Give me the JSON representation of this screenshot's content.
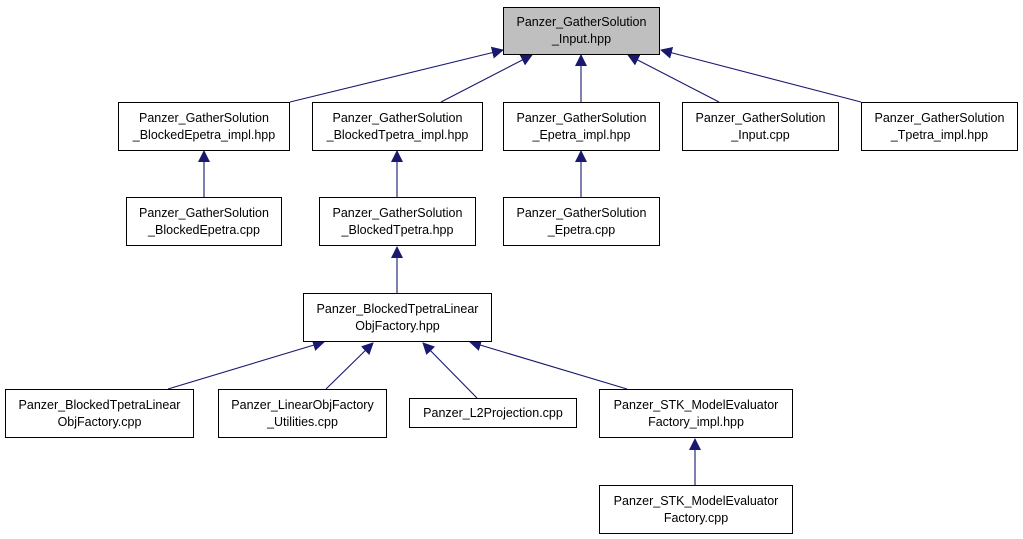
{
  "colors": {
    "edge": "#191970",
    "node_border": "#000000",
    "root_fill": "#bfbfbf",
    "node_fill": "#ffffff"
  },
  "nodes": {
    "root": {
      "line1": "Panzer_GatherSolution",
      "line2": "_Input.hpp"
    },
    "blocked_epetra_impl_hpp": {
      "line1": "Panzer_GatherSolution",
      "line2": "_BlockedEpetra_impl.hpp"
    },
    "blocked_tpetra_impl_hpp": {
      "line1": "Panzer_GatherSolution",
      "line2": "_BlockedTpetra_impl.hpp"
    },
    "epetra_impl_hpp": {
      "line1": "Panzer_GatherSolution",
      "line2": "_Epetra_impl.hpp"
    },
    "input_cpp": {
      "line1": "Panzer_GatherSolution",
      "line2": "_Input.cpp"
    },
    "tpetra_impl_hpp": {
      "line1": "Panzer_GatherSolution",
      "line2": "_Tpetra_impl.hpp"
    },
    "blocked_epetra_cpp": {
      "line1": "Panzer_GatherSolution",
      "line2": "_BlockedEpetra.cpp"
    },
    "blocked_tpetra_hpp": {
      "line1": "Panzer_GatherSolution",
      "line2": "_BlockedTpetra.hpp"
    },
    "epetra_cpp": {
      "line1": "Panzer_GatherSolution",
      "line2": "_Epetra.cpp"
    },
    "blocked_tpetra_linear_objfactory_hpp": {
      "line1": "Panzer_BlockedTpetraLinear",
      "line2": "ObjFactory.hpp"
    },
    "blocked_tpetra_linear_objfactory_cpp": {
      "line1": "Panzer_BlockedTpetraLinear",
      "line2": "ObjFactory.cpp"
    },
    "linear_objfactory_utilities_cpp": {
      "line1": "Panzer_LinearObjFactory",
      "line2": "_Utilities.cpp"
    },
    "l2projection_cpp": {
      "line1": "Panzer_L2Projection.cpp",
      "line2": ""
    },
    "stk_model_evaluator_factory_impl_hpp": {
      "line1": "Panzer_STK_ModelEvaluator",
      "line2": "Factory_impl.hpp"
    },
    "stk_model_evaluator_factory_cpp": {
      "line1": "Panzer_STK_ModelEvaluator",
      "line2": "Factory.cpp"
    }
  }
}
